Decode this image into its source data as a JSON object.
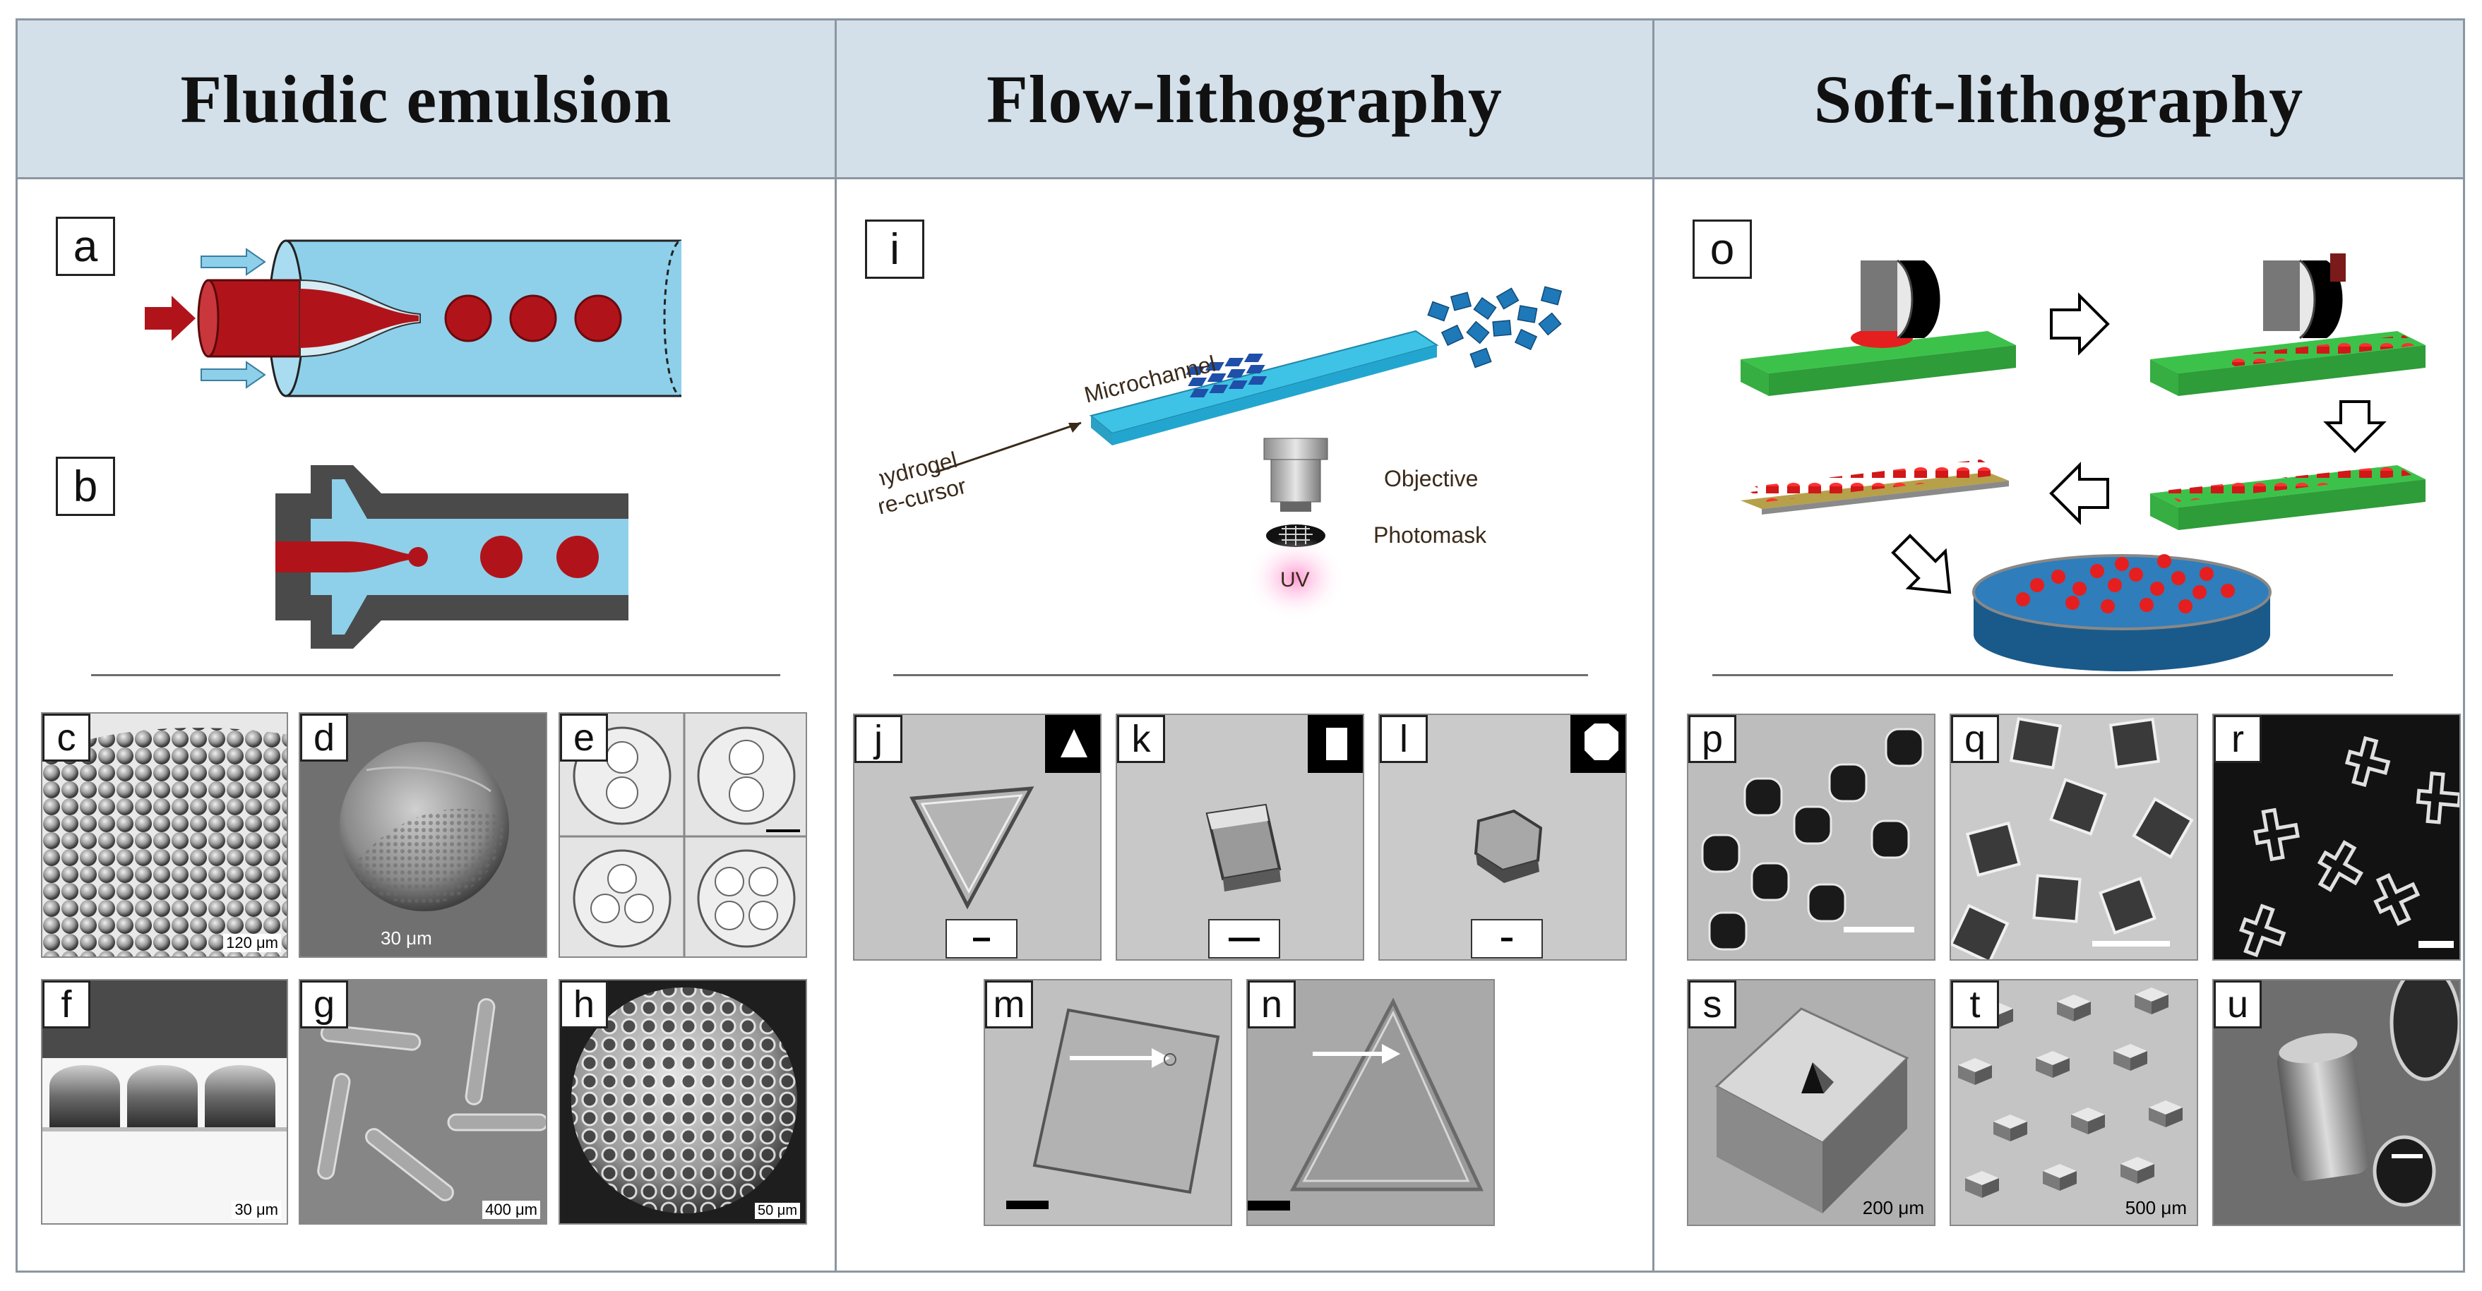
{
  "columns": [
    {
      "title": "Fluidic emulsion"
    },
    {
      "title": "Flow-lithography"
    },
    {
      "title": "Soft-lithography"
    }
  ],
  "labels": {
    "a": "a",
    "b": "b",
    "c": "c",
    "d": "d",
    "e": "e",
    "f": "f",
    "g": "g",
    "h": "h",
    "i": "i",
    "j": "j",
    "k": "k",
    "l": "l",
    "m": "m",
    "n": "n",
    "o": "o",
    "p": "p",
    "q": "q",
    "r": "r",
    "s": "s",
    "t": "t",
    "u": "u"
  },
  "scale_bars": {
    "c": "120 μm",
    "d": "30 μm",
    "f": "30 μm",
    "g": "400 μm",
    "h": "50 μm",
    "s": "200 μm",
    "t": "500 μm"
  },
  "flow_diagram": {
    "microchannel": "Microchannel",
    "hydrogel": "hydrogel",
    "precursor": "pre-cursor",
    "objective": "Objective",
    "photomask": "Photomask",
    "uv": "UV"
  },
  "colors": {
    "header_bg": "#d3e0ea",
    "border": "#8c96a0",
    "droplet_red": "#b0141a",
    "channel_blue": "#8ed0ea",
    "substrate_green": "#3cc24a",
    "particle_blue": "#1f78b8"
  }
}
